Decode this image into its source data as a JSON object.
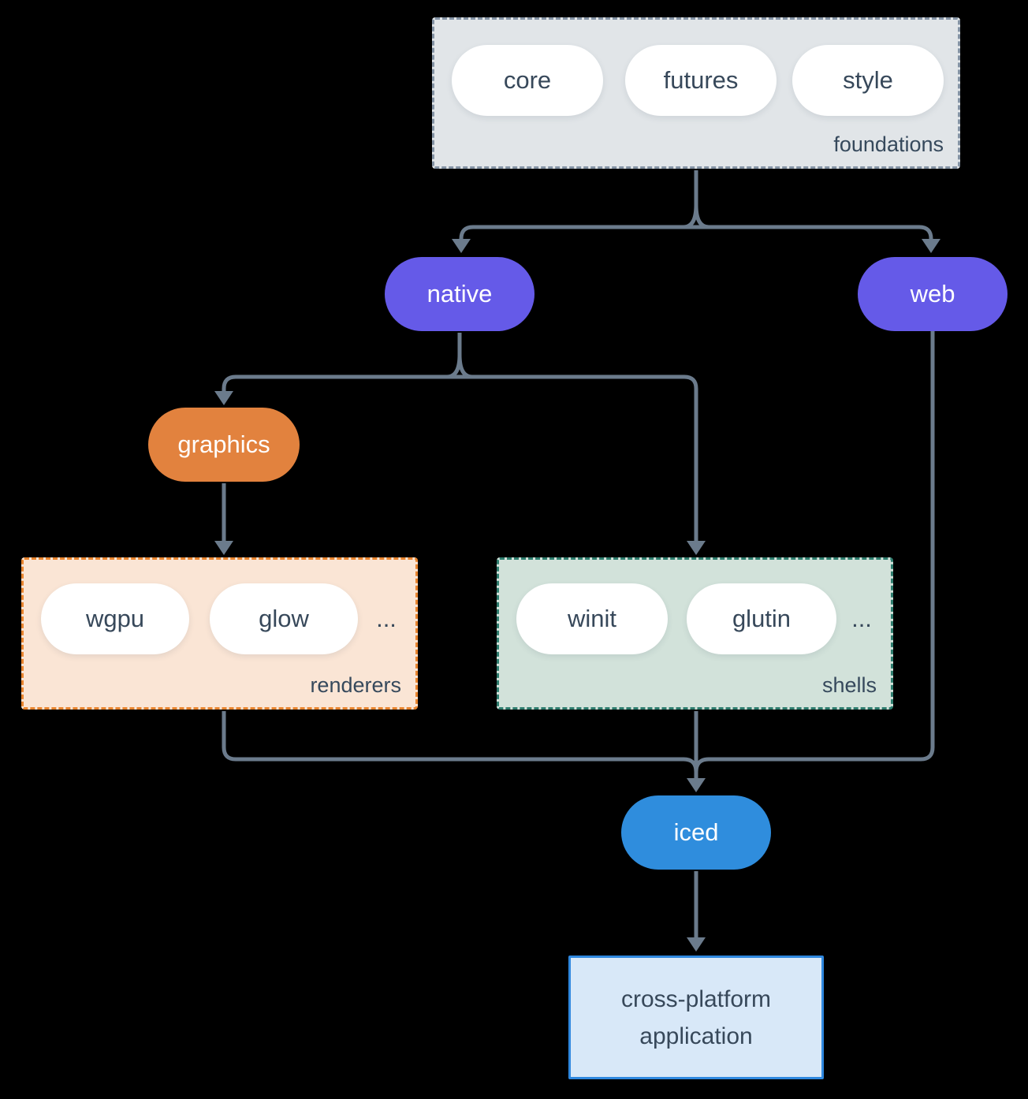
{
  "colors": {
    "background": "#000000",
    "arrow": "#6b7b8c",
    "node_text_dark": "#37485a",
    "node_text_light": "#ffffff",
    "purple": "#655ae8",
    "orange": "#e2823e",
    "blue": "#2f8ddd",
    "foundations_fill": "#e1e5e8",
    "foundations_border": "#8493a4",
    "renderers_fill": "#fae5d5",
    "renderers_border": "#e8842e",
    "shells_fill": "#d2e2da",
    "shells_border": "#2e7d6e",
    "application_fill": "#d8e8f8",
    "application_border": "#2f88df"
  },
  "groups": {
    "foundations": {
      "label": "foundations",
      "pills": [
        "core",
        "futures",
        "style"
      ]
    },
    "renderers": {
      "label": "renderers",
      "pills": [
        "wgpu",
        "glow"
      ],
      "more": "..."
    },
    "shells": {
      "label": "shells",
      "pills": [
        "winit",
        "glutin"
      ],
      "more": "..."
    }
  },
  "nodes": {
    "native": "native",
    "web": "web",
    "graphics": "graphics",
    "iced": "iced",
    "application": {
      "line1": "cross-platform",
      "line2": "application"
    }
  },
  "edges": [
    {
      "from": "foundations",
      "to": "native"
    },
    {
      "from": "foundations",
      "to": "web"
    },
    {
      "from": "native",
      "to": "graphics"
    },
    {
      "from": "native",
      "to": "shells"
    },
    {
      "from": "graphics",
      "to": "renderers"
    },
    {
      "from": "renderers",
      "to": "iced"
    },
    {
      "from": "shells",
      "to": "iced"
    },
    {
      "from": "web",
      "to": "iced"
    },
    {
      "from": "iced",
      "to": "application"
    }
  ]
}
